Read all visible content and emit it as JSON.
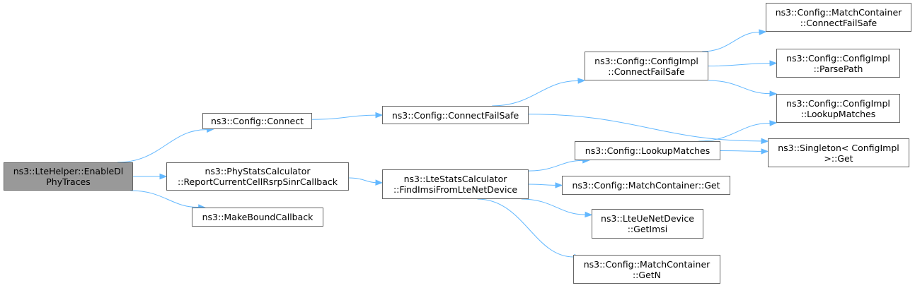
{
  "colors": {
    "edge": "#63b8ff",
    "root_fill": "#999999",
    "node_border": "#666666",
    "node_fill": "#ffffff"
  },
  "nodes": {
    "root": {
      "line1": "ns3::LteHelper::EnableDl",
      "line2": "PhyTraces"
    },
    "config_connect": {
      "line1": "ns3::Config::Connect"
    },
    "phystats": {
      "line1": "ns3::PhyStatsCalculator",
      "line2": "::ReportCurrentCellRsrpSinrCallback"
    },
    "makebound": {
      "line1": "ns3::MakeBoundCallback"
    },
    "connect_failsafe": {
      "line1": "ns3::Config::ConnectFailSafe"
    },
    "ltestats": {
      "line1": "ns3::LteStatsCalculator",
      "line2": "::FindImsiFromLteNetDevice"
    },
    "configimpl_cfs": {
      "line1": "ns3::Config::ConfigImpl",
      "line2": "::ConnectFailSafe"
    },
    "lookupmatches": {
      "line1": "ns3::Config::LookupMatches"
    },
    "matchcontainer_get": {
      "line1": "ns3::Config::MatchContainer::Get"
    },
    "lteue_getimsi": {
      "line1": "ns3::LteUeNetDevice",
      "line2": "::GetImsi"
    },
    "matchcontainer_getn": {
      "line1": "ns3::Config::MatchContainer",
      "line2": "::GetN"
    },
    "matchcontainer_cfs": {
      "line1": "ns3::Config::MatchContainer",
      "line2": "::ConnectFailSafe"
    },
    "configimpl_parsepath": {
      "line1": "ns3::Config::ConfigImpl",
      "line2": "::ParsePath"
    },
    "configimpl_lookup": {
      "line1": "ns3::Config::ConfigImpl",
      "line2": "::LookupMatches"
    },
    "singleton": {
      "line1": "ns3::Singleton< ConfigImpl",
      "line2": ">::Get"
    }
  },
  "edges": [
    [
      "root",
      "config_connect"
    ],
    [
      "root",
      "phystats"
    ],
    [
      "root",
      "makebound"
    ],
    [
      "config_connect",
      "connect_failsafe"
    ],
    [
      "phystats",
      "ltestats"
    ],
    [
      "connect_failsafe",
      "configimpl_cfs"
    ],
    [
      "connect_failsafe",
      "singleton"
    ],
    [
      "ltestats",
      "lookupmatches"
    ],
    [
      "ltestats",
      "matchcontainer_get"
    ],
    [
      "ltestats",
      "lteue_getimsi"
    ],
    [
      "ltestats",
      "matchcontainer_getn"
    ],
    [
      "configimpl_cfs",
      "matchcontainer_cfs"
    ],
    [
      "configimpl_cfs",
      "configimpl_parsepath"
    ],
    [
      "configimpl_cfs",
      "configimpl_lookup"
    ],
    [
      "lookupmatches",
      "configimpl_lookup"
    ],
    [
      "lookupmatches",
      "singleton"
    ]
  ]
}
